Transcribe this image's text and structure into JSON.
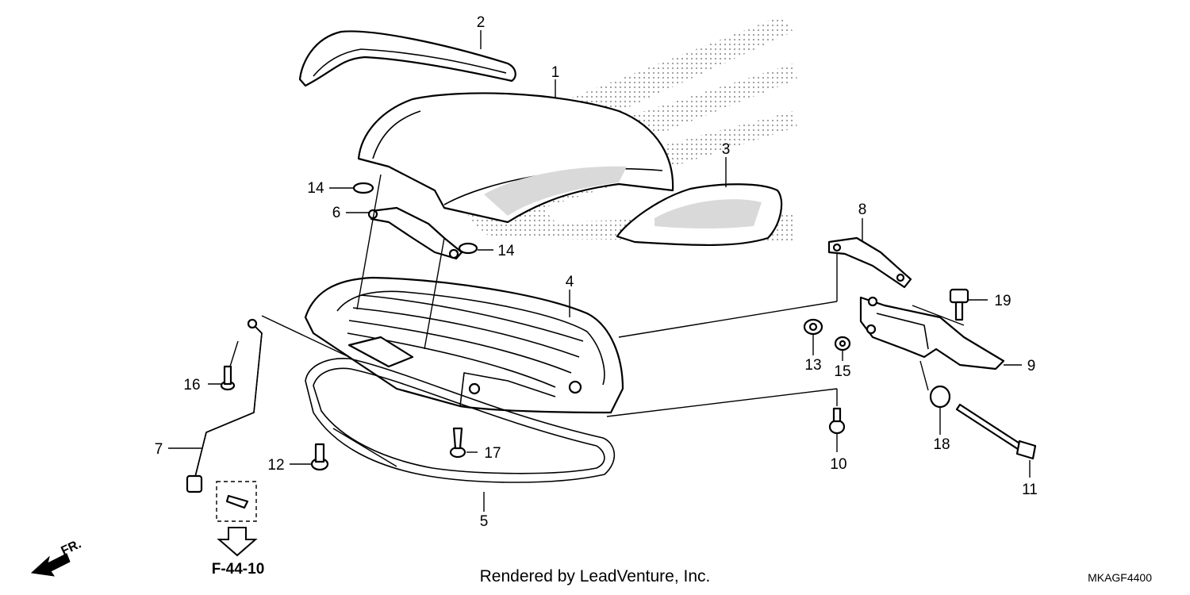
{
  "callouts": [
    {
      "id": "1",
      "label": "1"
    },
    {
      "id": "2",
      "label": "2"
    },
    {
      "id": "3",
      "label": "3"
    },
    {
      "id": "4",
      "label": "4"
    },
    {
      "id": "5",
      "label": "5"
    },
    {
      "id": "6",
      "label": "6"
    },
    {
      "id": "7",
      "label": "7"
    },
    {
      "id": "8",
      "label": "8"
    },
    {
      "id": "9",
      "label": "9"
    },
    {
      "id": "10",
      "label": "10"
    },
    {
      "id": "11",
      "label": "11"
    },
    {
      "id": "12",
      "label": "12"
    },
    {
      "id": "13",
      "label": "13"
    },
    {
      "id": "14a",
      "label": "14"
    },
    {
      "id": "14b",
      "label": "14"
    },
    {
      "id": "15",
      "label": "15"
    },
    {
      "id": "16",
      "label": "16"
    },
    {
      "id": "17",
      "label": "17"
    },
    {
      "id": "18",
      "label": "18"
    },
    {
      "id": "19",
      "label": "19"
    }
  ],
  "reference": {
    "label": "F-44-10"
  },
  "direction": {
    "label": "FR.",
    "icon": "front-direction-arrow-icon"
  },
  "footer": {
    "credit": "Rendered by LeadVenture, Inc.",
    "diagram_code": "MKAGF4400"
  },
  "colors": {
    "line": "#000000",
    "background": "#ffffff",
    "watermark": "#d9d9d9"
  }
}
